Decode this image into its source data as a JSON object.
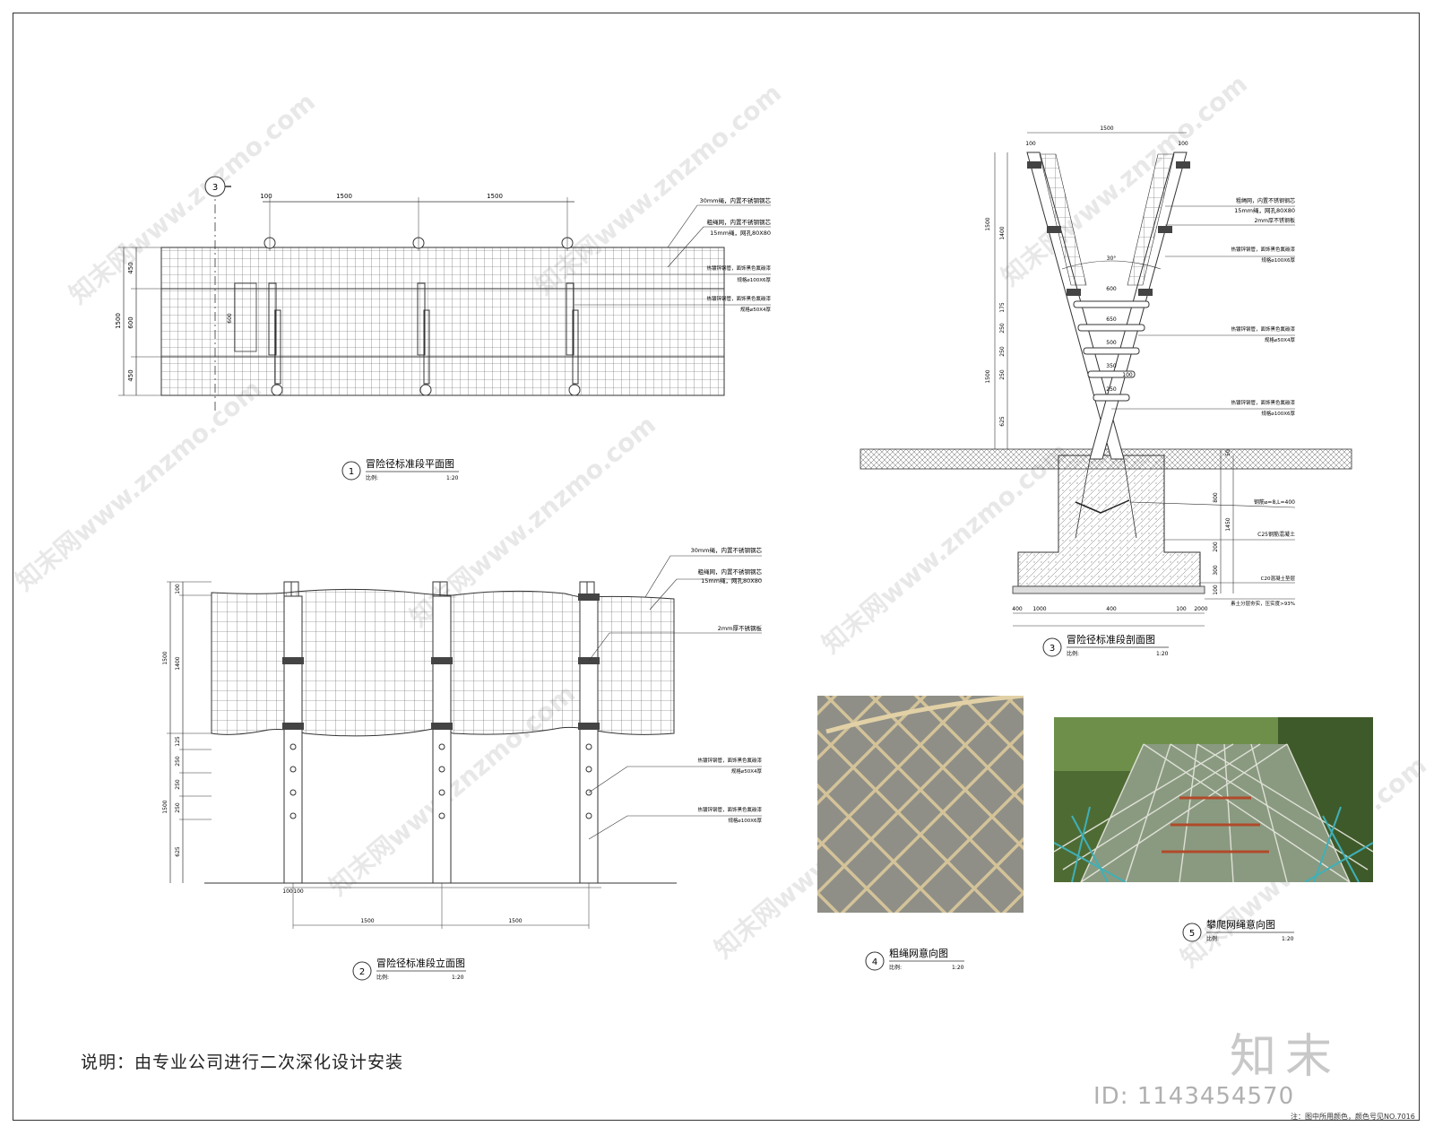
{
  "drawing_note": "说明：由专业公司进行二次深化设计安装",
  "brand": "知末",
  "id_text": "ID: 1143454570",
  "footnote": "注：图中所用颜色，颜色号见NO.7016",
  "watermark": "知末网www.znzmo.com",
  "views": {
    "plan": {
      "num": "1",
      "title": "冒险径标准段平面图",
      "scale_label": "比例:",
      "scale": "1:20",
      "dims": [
        "100",
        "1500",
        "1500",
        "1500",
        "450",
        "600",
        "450",
        "600"
      ],
      "callouts": [
        "30mm绳，内置不锈钢钢芯",
        "粗绳网，内置不锈钢钢芯",
        "15mm绳，网孔80X80",
        "热镀锌钢管，面饰黑色氟碳漆",
        "规格⌀100X6厚",
        "热镀锌钢管，面饰黑色氟碳漆",
        "规格⌀50X4厚"
      ],
      "section_mark": "3"
    },
    "elevation": {
      "num": "2",
      "title": "冒险径标准段立面图",
      "scale_label": "比例:",
      "scale": "1:20",
      "dims": [
        "100",
        "1400",
        "1500",
        "125",
        "250",
        "250",
        "250",
        "1500",
        "625",
        "100",
        "100",
        "1500",
        "1500"
      ],
      "callouts": [
        "30mm绳，内置不锈钢钢芯",
        "粗绳网，内置不锈钢钢芯",
        "15mm绳，网孔80X80",
        "2mm厚不锈钢板",
        "热镀锌钢管，面饰黑色氟碳漆",
        "规格⌀50X4厚",
        "热镀锌钢管，面饰黑色氟碳漆",
        "规格⌀100X6厚"
      ]
    },
    "section": {
      "num": "3",
      "title": "冒险径标准段剖面图",
      "scale_label": "比例:",
      "scale": "1:20",
      "dims": [
        "1500",
        "100",
        "100",
        "1500",
        "1400",
        "30°",
        "600",
        "650",
        "500",
        "350",
        "250",
        "100",
        "1500",
        "175",
        "250",
        "250",
        "250",
        "625",
        "50",
        "800",
        "1450",
        "200",
        "300",
        "100",
        "400",
        "1000",
        "400",
        "100",
        "2000"
      ],
      "callouts": [
        "粗绳网，内置不锈钢钢芯",
        "15mm绳，网孔80X80",
        "2mm厚不锈钢板",
        "热镀锌钢管，面饰黑色氟碳漆",
        "规格⌀100X6厚",
        "热镀锌钢管，面饰黑色氟碳漆",
        "规格⌀50X4厚",
        "热镀锌钢管，面饰黑色氟碳漆",
        "规格⌀100X6厚",
        "钢筋⌀=8,L=400",
        "C25钢筋混凝土",
        "C20混凝土垫层",
        "素土分层夯实，压实度>93%"
      ]
    },
    "photo4": {
      "num": "4",
      "title": "粗绳网意向图",
      "scale_label": "比例:",
      "scale": "1:20"
    },
    "photo5": {
      "num": "5",
      "title": "攀爬网绳意向图",
      "scale_label": "比例:",
      "scale": "1:20"
    }
  },
  "colors": {
    "line": "#333333",
    "grid": "#555555",
    "post_band": "#444444",
    "rope": "#c8b48a",
    "foliage": "#5a7a3a"
  }
}
